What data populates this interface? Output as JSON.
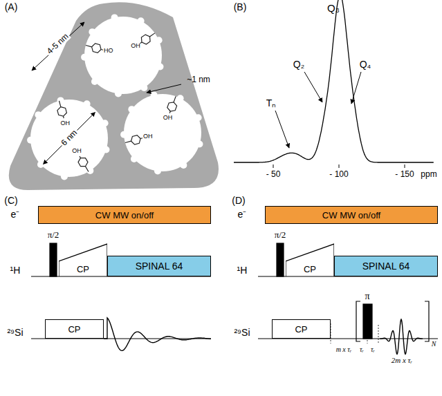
{
  "diagram": {
    "nodes": [
      {
        "text": [
          "CW MW on/off"
        ]
      },
      {
        "text": [
          "CP"
        ]
      },
      {
        "text": [
          "SPINAL 64"
        ]
      },
      {
        "text": [
          "CP"
        ]
      },
      {
        "text": [
          "CW MW on/off"
        ]
      },
      {
        "text": [
          "CP"
        ]
      },
      {
        "text": [
          "SPINAL 64"
        ]
      },
      {
        "text": [
          "CP"
        ]
      }
    ],
    "labels": [
      "(A)",
      "4-5 nm",
      "6 nm",
      "~1 nm",
      "HO",
      "OH",
      "OH",
      "OH",
      "OH",
      "OH",
      "(B)",
      "Q₃",
      "Q₂",
      "Q₄",
      "Tₙ",
      "- 50",
      "- 100",
      "- 150",
      "ppm",
      "(C)",
      "e⁻",
      "¹H",
      "π/2",
      "²⁹Si",
      "(D)",
      "e⁻",
      "¹H",
      "π/2",
      "²⁹Si",
      "π",
      "m x τᵣ",
      "τᵣ",
      "τᵣ",
      "2m x τᵣ",
      "N"
    ]
  }
}
